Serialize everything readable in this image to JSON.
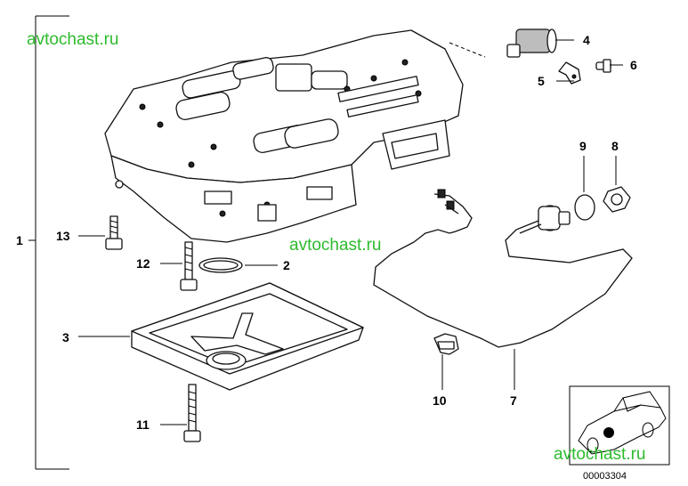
{
  "watermarks": [
    "avtochast.ru",
    "avtochast.ru",
    "avtochast.ru"
  ],
  "callouts": [
    "1",
    "2",
    "3",
    "4",
    "5",
    "6",
    "7",
    "8",
    "9",
    "10",
    "11",
    "12",
    "13"
  ],
  "diagram_code": "00003304",
  "colors": {
    "watermark": "#2dbb2d",
    "line": "#000000",
    "background": "#ffffff"
  }
}
